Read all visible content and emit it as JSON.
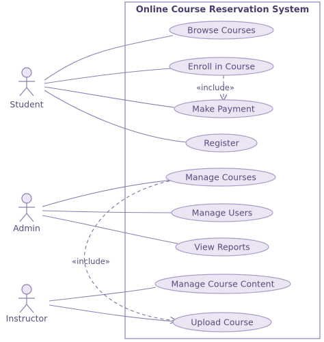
{
  "diagram": {
    "system_title": "Online Course Reservation System",
    "colors": {
      "line": "#8a7fb0",
      "ellipse_fill": "#ece6f4",
      "ellipse_stroke": "#a79cc6",
      "actor_fill": "#ece6f4",
      "text": "#5a4b7d"
    },
    "actors": [
      {
        "id": "student",
        "label": "Student"
      },
      {
        "id": "admin",
        "label": "Admin"
      },
      {
        "id": "instructor",
        "label": "Instructor"
      }
    ],
    "use_cases": [
      {
        "id": "browse",
        "label": "Browse Courses"
      },
      {
        "id": "enroll",
        "label": "Enroll in Course"
      },
      {
        "id": "payment",
        "label": "Make Payment"
      },
      {
        "id": "register",
        "label": "Register"
      },
      {
        "id": "manage_courses",
        "label": "Manage Courses"
      },
      {
        "id": "manage_users",
        "label": "Manage Users"
      },
      {
        "id": "reports",
        "label": "View Reports"
      },
      {
        "id": "content",
        "label": "Manage Course Content"
      },
      {
        "id": "upload",
        "label": "Upload Course"
      }
    ],
    "associations": [
      {
        "from": "student",
        "to": "browse"
      },
      {
        "from": "student",
        "to": "enroll"
      },
      {
        "from": "student",
        "to": "payment"
      },
      {
        "from": "student",
        "to": "register"
      },
      {
        "from": "admin",
        "to": "manage_courses"
      },
      {
        "from": "admin",
        "to": "manage_users"
      },
      {
        "from": "admin",
        "to": "reports"
      },
      {
        "from": "instructor",
        "to": "content"
      },
      {
        "from": "instructor",
        "to": "upload"
      }
    ],
    "includes": [
      {
        "from": "enroll",
        "to": "payment",
        "label": "«include»"
      },
      {
        "from": "manage_courses",
        "to": "upload",
        "label": "«include»"
      }
    ]
  }
}
